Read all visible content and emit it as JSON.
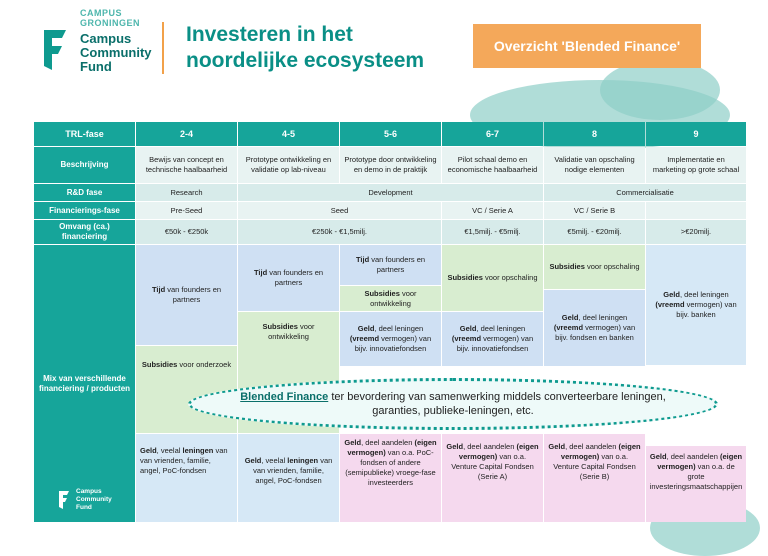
{
  "header": {
    "org_top": "CAMPUS\nGRONINGEN",
    "org_name": "Campus\nCommunity\nFund",
    "title": "Investeren in het\nnoordelijke ecosysteem",
    "badge": "Overzicht 'Blended Finance'"
  },
  "colors": {
    "teal": "#16a59a",
    "orange": "#f4a85a",
    "dark_teal": "#0a6f6a"
  },
  "table": {
    "trl_label": "TRL-fase",
    "trl": [
      "2-4",
      "4-5",
      "5-6",
      "6-7",
      "8",
      "9"
    ],
    "beschrijving_label": "Beschrijving",
    "beschrijving": [
      "Bewijs van concept en technische haalbaarheid",
      "Prototype ontwikkeling en validatie op lab-niveau",
      "Prototype door ontwikkeling en demo in de praktijk",
      "Pilot schaal demo en economische haalbaarheid",
      "Validatie van opschaling nodige elementen",
      "Implementatie en marketing op grote schaal"
    ],
    "rd_label": "R&D fase",
    "rd": [
      "Research",
      "Development",
      "Commercialisatie"
    ],
    "fin_label": "Financierings-fase",
    "fin": [
      "Pre-Seed",
      "Seed",
      "VC / Serie A",
      "VC / Serie B"
    ],
    "omvang_label": "Omvang (ca.) financiering",
    "omvang": [
      "€50k - €250k",
      "€250k - €1,5milj.",
      "€1,5milj. - €5milj.",
      "€5milj. - €20milj.",
      ">€20milj."
    ],
    "mix_label": "Mix van verschillende financiering / producten",
    "mix": {
      "c1_tijd": "van founders en partners",
      "c2_tijd": "van founders en partners",
      "c3_tijd": "van founders en partners",
      "c1_sub": "voor onderzoek",
      "c2_sub": "voor ontwikkeling",
      "c3_sub": "voor ontwikkeling",
      "c4_sub": "voor opschaling",
      "c5_sub": "voor opschaling",
      "c3_geld_mid": "vermogen) van bijv. innovatiefondsen",
      "c4_geld_mid": "vermogen) van bijv. innovatiefondsen",
      "c5_geld_mid": "vermogen) van bijv. fondsen en banken",
      "c6_geld_top": "vermogen) van bijv. banken",
      "c1_bottom": "van vrienden, familie, angel, PoC-fondsen",
      "c2_bottom": "van vrienden, familie, angel, PoC-fondsen",
      "c3_bottom": "o.a. PoC-fondsen of andere (semipublieke) vroege-fase investeerders",
      "c4_bottom": "o.a. Venture Capital Fondsen (Serie A)",
      "c5_bottom": "o.a. Venture Capital Fondsen (Serie B)",
      "c6_bottom": "o.a. de grote investeringsmaatschappijen"
    },
    "words": {
      "tijd": "Tijd",
      "subsidies": "Subsidies",
      "geld": "Geld",
      "deel_leningen": ", deel leningen",
      "vreemd": "(vreemd",
      "veelal": ", veelal",
      "leningen": "leningen",
      "deel_aandelen": ", deel aandelen",
      "eigen_vermogen": "(eigen vermogen)",
      "van": "van"
    }
  },
  "blended": {
    "highlight": "Blended Finance",
    "rest": "ter bevordering van samenwerking middels converteerbare leningen, garanties, publieke-leningen, etc."
  },
  "footer_logo": "Campus\nCommunity\nFund"
}
